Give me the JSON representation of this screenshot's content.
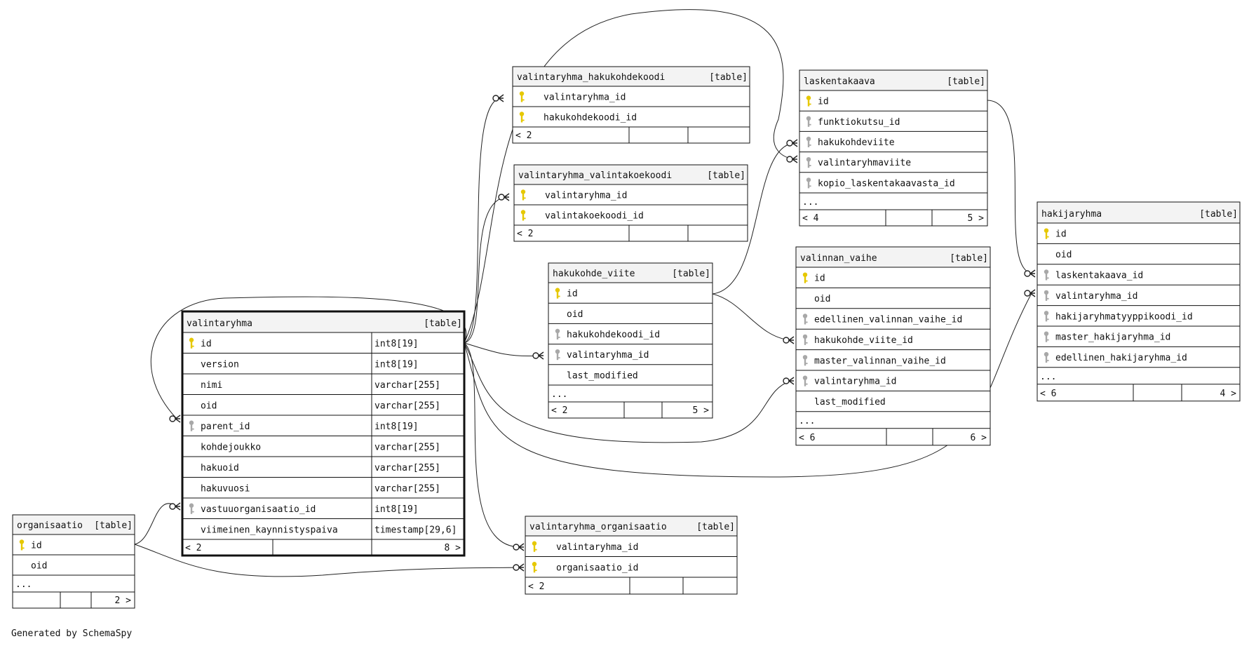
{
  "footer": "Generated by SchemaSpy",
  "colors": {
    "pk_key": "#e6c800",
    "fk_key": "#a8a8a8",
    "header_bg": "#f3f3f3",
    "border": "#111111"
  },
  "tables": [
    {
      "name": "valintaryhma",
      "type_label": "[table]",
      "highlighted": true,
      "columns": [
        {
          "name": "id",
          "key": "pk",
          "type": "int8[19]"
        },
        {
          "name": "version",
          "key": "",
          "type": "int8[19]"
        },
        {
          "name": "nimi",
          "key": "",
          "type": "varchar[255]"
        },
        {
          "name": "oid",
          "key": "",
          "type": "varchar[255]"
        },
        {
          "name": "parent_id",
          "key": "fk",
          "type": "int8[19]"
        },
        {
          "name": "kohdejoukko",
          "key": "",
          "type": "varchar[255]"
        },
        {
          "name": "hakuoid",
          "key": "",
          "type": "varchar[255]"
        },
        {
          "name": "hakuvuosi",
          "key": "",
          "type": "varchar[255]"
        },
        {
          "name": "vastuuorganisaatio_id",
          "key": "fk",
          "type": "int8[19]"
        },
        {
          "name": "viimeinen_kaynnistyspaiva",
          "key": "",
          "type": "timestamp[29,6]"
        }
      ],
      "footer": {
        "parents": "< 2",
        "children": "8 >"
      }
    },
    {
      "name": "organisaatio",
      "type_label": "[table]",
      "columns": [
        {
          "name": "id",
          "key": "pk"
        },
        {
          "name": "oid",
          "key": ""
        },
        {
          "name": "...",
          "key": "",
          "ellipsis": true
        }
      ],
      "footer": {
        "parents": "",
        "children": "2 >"
      }
    },
    {
      "name": "valintaryhma_hakukohdekoodi",
      "type_label": "[table]",
      "columns": [
        {
          "name": "valintaryhma_id",
          "key": "pk"
        },
        {
          "name": "hakukohdekoodi_id",
          "key": "pk"
        }
      ],
      "footer": {
        "parents": "< 2",
        "children": ""
      }
    },
    {
      "name": "valintaryhma_valintakoekoodi",
      "type_label": "[table]",
      "columns": [
        {
          "name": "valintaryhma_id",
          "key": "pk"
        },
        {
          "name": "valintakoekoodi_id",
          "key": "pk"
        }
      ],
      "footer": {
        "parents": "< 2",
        "children": ""
      }
    },
    {
      "name": "hakukohde_viite",
      "type_label": "[table]",
      "columns": [
        {
          "name": "id",
          "key": "pk"
        },
        {
          "name": "oid",
          "key": ""
        },
        {
          "name": "hakukohdekoodi_id",
          "key": "fk"
        },
        {
          "name": "valintaryhma_id",
          "key": "fk"
        },
        {
          "name": "last_modified",
          "key": ""
        },
        {
          "name": "...",
          "key": "",
          "ellipsis": true
        }
      ],
      "footer": {
        "parents": "< 2",
        "children": "5 >"
      }
    },
    {
      "name": "valintaryhma_organisaatio",
      "type_label": "[table]",
      "columns": [
        {
          "name": "valintaryhma_id",
          "key": "pk"
        },
        {
          "name": "organisaatio_id",
          "key": "pk"
        }
      ],
      "footer": {
        "parents": "< 2",
        "children": ""
      }
    },
    {
      "name": "laskentakaava",
      "type_label": "[table]",
      "columns": [
        {
          "name": "id",
          "key": "pk"
        },
        {
          "name": "funktiokutsu_id",
          "key": "fk"
        },
        {
          "name": "hakukohdeviite",
          "key": "fk"
        },
        {
          "name": "valintaryhmaviite",
          "key": "fk"
        },
        {
          "name": "kopio_laskentakaavasta_id",
          "key": "fk"
        },
        {
          "name": "...",
          "key": "",
          "ellipsis": true
        }
      ],
      "footer": {
        "parents": "< 4",
        "children": "5 >"
      }
    },
    {
      "name": "valinnan_vaihe",
      "type_label": "[table]",
      "columns": [
        {
          "name": "id",
          "key": "pk"
        },
        {
          "name": "oid",
          "key": ""
        },
        {
          "name": "edellinen_valinnan_vaihe_id",
          "key": "fk"
        },
        {
          "name": "hakukohde_viite_id",
          "key": "fk"
        },
        {
          "name": "master_valinnan_vaihe_id",
          "key": "fk"
        },
        {
          "name": "valintaryhma_id",
          "key": "fk"
        },
        {
          "name": "last_modified",
          "key": ""
        },
        {
          "name": "...",
          "key": "",
          "ellipsis": true
        }
      ],
      "footer": {
        "parents": "< 6",
        "children": "6 >"
      }
    },
    {
      "name": "hakijaryhma",
      "type_label": "[table]",
      "columns": [
        {
          "name": "id",
          "key": "pk"
        },
        {
          "name": "oid",
          "key": ""
        },
        {
          "name": "laskentakaava_id",
          "key": "fk"
        },
        {
          "name": "valintaryhma_id",
          "key": "fk"
        },
        {
          "name": "hakijaryhmatyyppikoodi_id",
          "key": "fk"
        },
        {
          "name": "master_hakijaryhma_id",
          "key": "fk"
        },
        {
          "name": "edellinen_hakijaryhma_id",
          "key": "fk"
        },
        {
          "name": "...",
          "key": "",
          "ellipsis": true
        }
      ],
      "footer": {
        "parents": "< 6",
        "children": "4 >"
      }
    }
  ]
}
